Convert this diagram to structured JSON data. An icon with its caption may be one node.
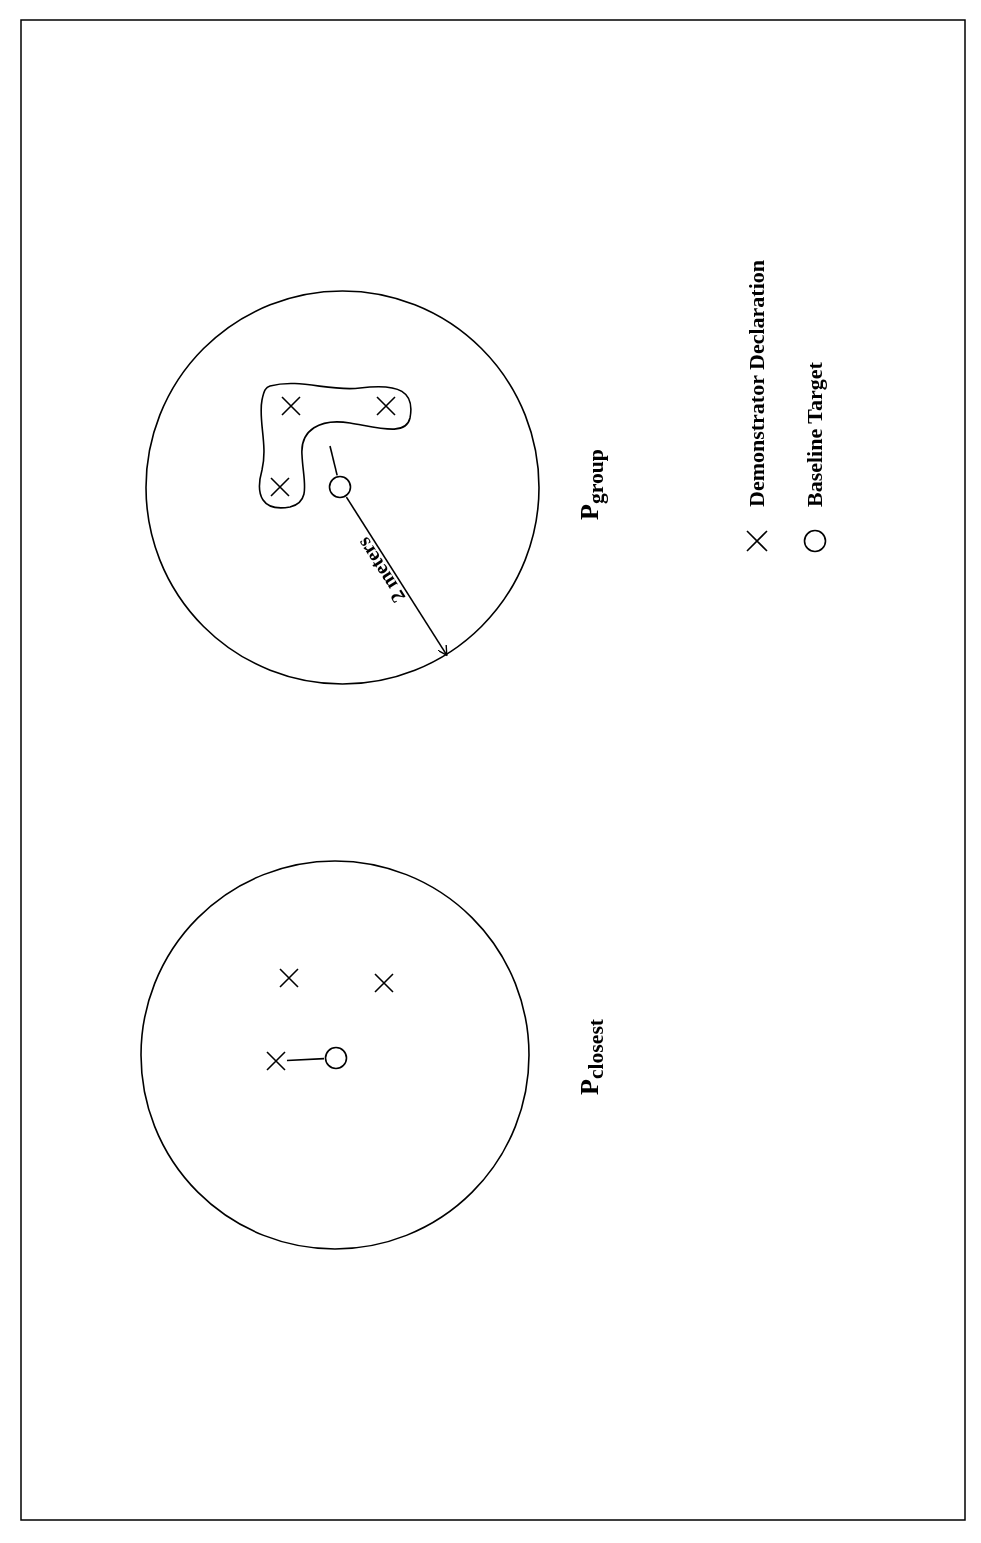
{
  "diagram": {
    "nodes": [
      {
        "text": [
          "P$_{closest}$"
        ]
      },
      {
        "text": [],
        "shape": "cross",
        "in": 0
      },
      {
        "text": [],
        "shape": "cross",
        "in": 0
      },
      {
        "text": [],
        "shape": "cross",
        "in": 0
      },
      {
        "text": [],
        "shape": "circle",
        "in": 0
      },
      {
        "text": [
          "P$_{group}$"
        ]
      },
      {
        "text": [],
        "shape": "blob",
        "in": 5
      },
      {
        "text": [],
        "shape": "cross",
        "in": 6
      },
      {
        "text": [],
        "shape": "cross",
        "in": 6
      },
      {
        "text": [],
        "shape": "cross",
        "in": 6
      },
      {
        "text": [],
        "shape": "circle",
        "in": 5
      }
    ],
    "edges": [
      {
        "from": 1,
        "to": 4,
        "arrow": "none"
      },
      {
        "from": 10,
        "to": 6,
        "arrow": "none"
      },
      {
        "from": 10,
        "to": 5,
        "arrow": "to",
        "label": "2 meters"
      }
    ],
    "legend": [
      {
        "text": "Demonstrator Declaration"
      },
      {
        "text": "Baseline Target"
      }
    ]
  }
}
